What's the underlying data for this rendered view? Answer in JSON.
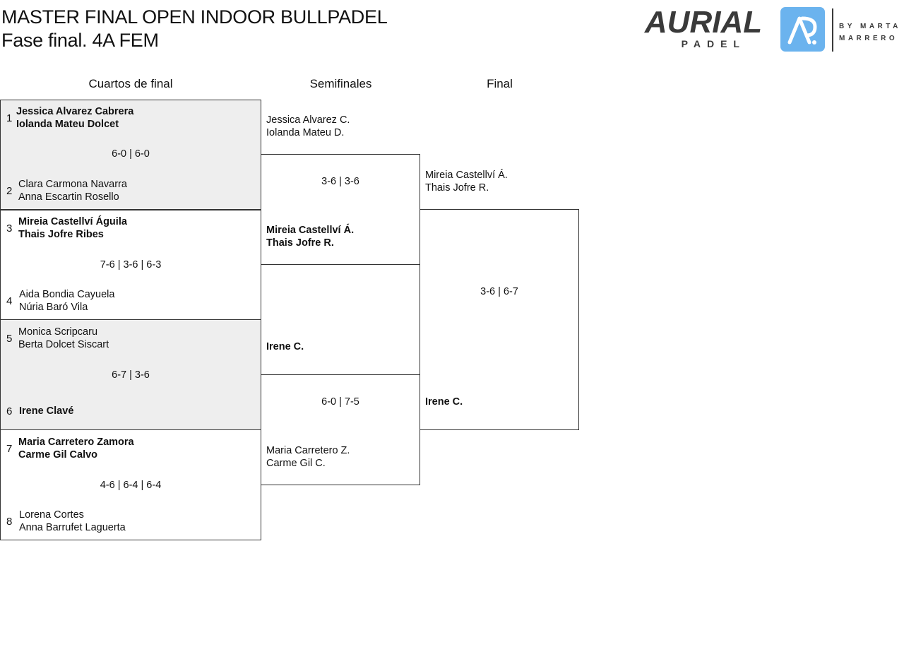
{
  "header": {
    "title_line1": "MASTER FINAL OPEN INDOOR BULLPADEL",
    "title_line2": "Fase final. 4A FEM"
  },
  "logo": {
    "brand": "AURIAL",
    "sub": "PADEL",
    "mark": "AP",
    "by_line1": "BY MARTA",
    "by_line2": "MARRERO",
    "brand_color": "#3a3a3a",
    "mark_color": "#6bb3ee"
  },
  "rounds": {
    "quarterfinals": "Cuartos de final",
    "semifinals": "Semifinales",
    "final": "Final"
  },
  "quarterfinals": [
    {
      "top": {
        "seed": "1",
        "p1": "Jessica Alvarez Cabrera",
        "p2": "Iolanda Mateu Dolcet",
        "winner": true
      },
      "score": "6-0 | 6-0",
      "bottom": {
        "seed": "2",
        "p1": "Clara Carmona Navarra",
        "p2": "Anna Escartin Rosello",
        "winner": false
      }
    },
    {
      "top": {
        "seed": "3",
        "p1": "Mireia Castellví Águila",
        "p2": "Thais Jofre Ribes",
        "winner": true
      },
      "score": "7-6 | 3-6 | 6-3",
      "bottom": {
        "seed": "4",
        "p1": "Aida Bondia Cayuela",
        "p2": "Núria Baró Vila",
        "winner": false
      }
    },
    {
      "top": {
        "seed": "5",
        "p1": "Monica Scripcaru",
        "p2": "Berta Dolcet Siscart",
        "winner": false
      },
      "score": "6-7 | 3-6",
      "bottom": {
        "seed": "6",
        "p1": "Irene Clavé",
        "p2": "",
        "winner": true
      }
    },
    {
      "top": {
        "seed": "7",
        "p1": "Maria Carretero Zamora",
        "p2": "Carme Gil Calvo",
        "winner": true
      },
      "score": "4-6 | 6-4 | 6-4",
      "bottom": {
        "seed": "8",
        "p1": "Lorena Cortes",
        "p2": "Anna Barrufet Laguerta",
        "winner": false
      }
    }
  ],
  "semifinals": [
    {
      "top": {
        "p1": "Jessica Alvarez C.",
        "p2": "Iolanda Mateu D.",
        "winner": false
      },
      "score": "3-6 | 3-6",
      "bottom": {
        "p1": "Mireia Castellví Á.",
        "p2": "Thais Jofre R.",
        "winner": true
      }
    },
    {
      "top": {
        "p1": "Irene C.",
        "p2": "",
        "winner": true
      },
      "score": "6-0 | 7-5",
      "bottom": {
        "p1": "Maria Carretero Z.",
        "p2": "Carme Gil C.",
        "winner": false
      }
    }
  ],
  "final": {
    "top": {
      "p1": "Mireia Castellví Á.",
      "p2": "Thais Jofre R.",
      "winner": false
    },
    "score": "3-6 | 6-7",
    "bottom": {
      "p1": "Irene C.",
      "p2": "",
      "winner": true
    }
  }
}
